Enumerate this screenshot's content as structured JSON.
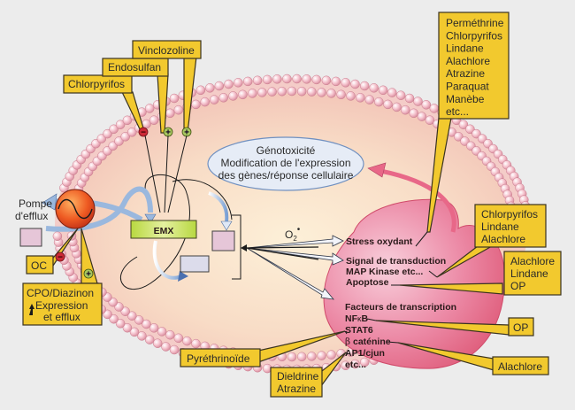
{
  "colors": {
    "background": "#ececec",
    "label_box": "#f2c92e",
    "cell_cytoplasm": "#f5d3c0",
    "membrane_bead": "#f0b8c4",
    "nucleus": "#e8708e",
    "emx_box": "#c8e05a",
    "pump": "#e85a20",
    "ellipse": "#e6ecf6",
    "arrow_blue": "#9ab8de",
    "arrow_pink": "#e86888",
    "inhibit": "#cc2a36",
    "activate": "#a8c860"
  },
  "top_labels": {
    "chlorpyrifos": "Chlorpyrifos",
    "endosulfan": "Endosulfan",
    "vinclozoline": "Vinclozoline"
  },
  "top_right_list": [
    "Perméthrine",
    "Chlorpyrifos",
    "Lindane",
    "Alachlore",
    "Atrazine",
    "Paraquat",
    "Manèbe",
    "etc..."
  ],
  "pump": {
    "label_line1": "Pompe",
    "label_line2": "d'efflux"
  },
  "emx": {
    "label": "EMX"
  },
  "left_labels": {
    "oc": "OC",
    "cpo_line1": "CPO/Diazinon",
    "cpo_line2": "Expression",
    "cpo_line3": "et efflux"
  },
  "ellipse": {
    "line1": "Génotoxicité",
    "line2": "Modification de l'expression",
    "line3": "des gènes/réponse cellulaire"
  },
  "o2": {
    "text": "O",
    "sub": "2",
    "sup": "•"
  },
  "nucleus_text": {
    "stress": "Stress oxydant",
    "signal": "Signal de transduction",
    "map": "MAP Kinase etc...",
    "apoptose": "Apoptose",
    "facteurs": "Facteurs de transcription",
    "nfkb_pre": "NF",
    "nfkb_k": "κ",
    "nfkb_post": "B",
    "stat6": "STAT6",
    "beta_sym": "β",
    "beta_rest": " caténine",
    "ap1": "AP1/cjun",
    "etc": "etc..."
  },
  "right_labels": {
    "box1": [
      "Chlorpyrifos",
      "Lindane",
      "Alachlore"
    ],
    "box2": [
      "Alachlore",
      "Lindane",
      "OP"
    ],
    "op": "OP",
    "alachlore": "Alachlore"
  },
  "bottom_labels": {
    "pyrethrinoide": "Pyréthrinoïde",
    "dieldrine": "Dieldrine",
    "atrazine": "Atrazine"
  },
  "signs": {
    "minus": "−",
    "plus": "+"
  }
}
